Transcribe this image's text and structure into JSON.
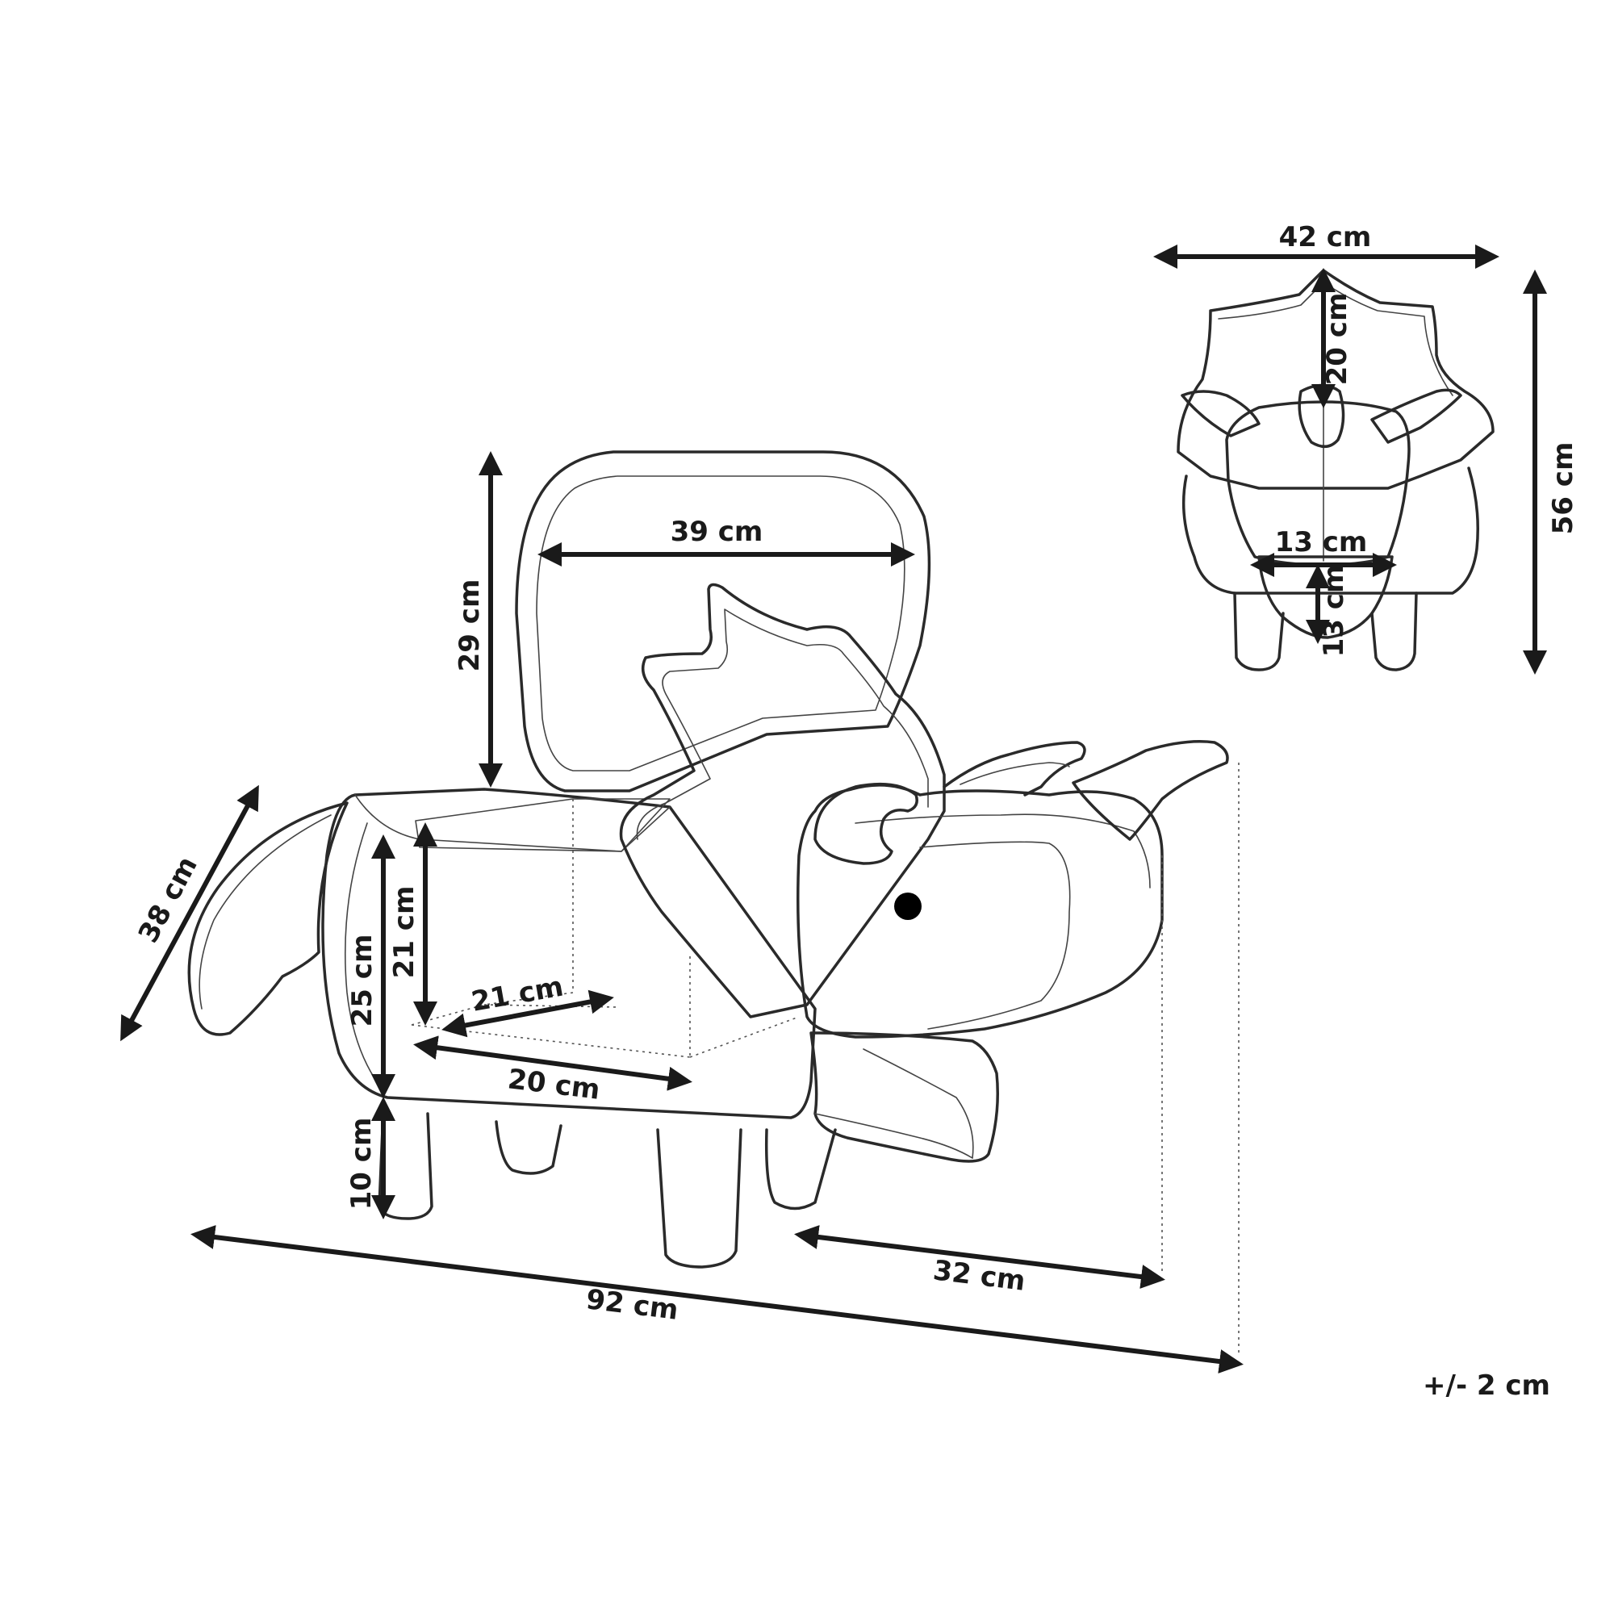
{
  "dimensions": {
    "lid_height": "29 cm",
    "lid_width": "39 cm",
    "depth": "38 cm",
    "body_height": "25 cm",
    "inner_height": "21 cm",
    "inner_depth": "21 cm",
    "inner_width": "20 cm",
    "leg_height": "10 cm",
    "total_length": "92 cm",
    "head_length": "32 cm",
    "front_width": "42 cm",
    "total_height": "56 cm",
    "frill_height": "20 cm",
    "face_width": "13 cm",
    "face_height": "13 cm"
  },
  "tolerance": "+/- 2 cm",
  "colors": {
    "line": "#2a2a2a",
    "background": "#ffffff",
    "eye": "#000000"
  }
}
